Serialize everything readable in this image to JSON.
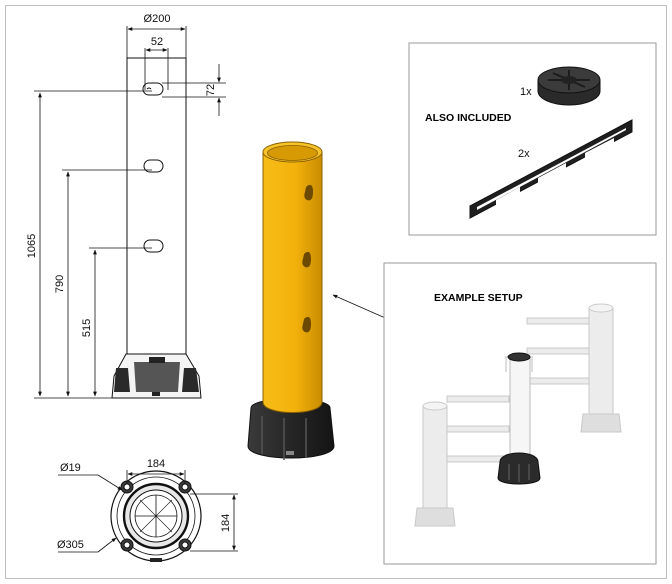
{
  "drawing": {
    "dimensions": {
      "top_diameter": "Ø200",
      "hole_spacing": "52",
      "hole_height": "72",
      "total_height": "1065",
      "mid_height": "790",
      "low_height": "515",
      "base_width": "184",
      "base_depth": "184",
      "bolt_diameter": "Ø19",
      "base_diameter": "Ø305"
    },
    "also_included": {
      "heading": "ALSO INCLUDED",
      "items": [
        {
          "qty": "1x",
          "icon": "base-cap-icon"
        },
        {
          "qty": "2x",
          "icon": "mounting-strip-icon"
        }
      ]
    },
    "example_setup": {
      "heading": "EXAMPLE SETUP"
    },
    "colors": {
      "post_yellow": "#f5b50f",
      "post_shadow": "#c88a00",
      "base_black": "#262626",
      "line": "#111111",
      "ghost": "#d4d4d4",
      "panel_border": "#9a9a9a",
      "page_border": "#bdbdbd"
    }
  }
}
